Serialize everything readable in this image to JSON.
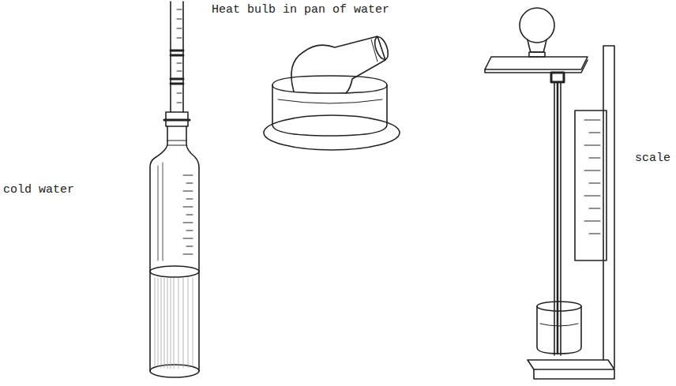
{
  "diagram": {
    "labels": [
      "Heat bulb in pan of water",
      "cold water",
      "scale"
    ]
  }
}
